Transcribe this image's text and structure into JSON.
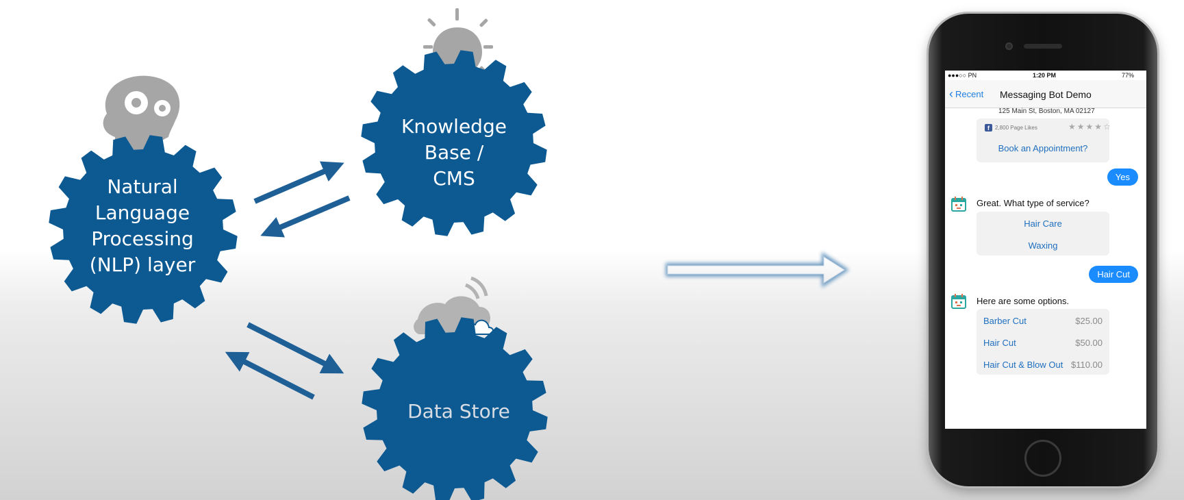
{
  "diagram": {
    "nlp_label": [
      "Natural",
      "Language",
      "Processing",
      "(NLP) layer"
    ],
    "kb_label": [
      "Knowledge",
      "Base /",
      "CMS"
    ],
    "ds_label": [
      "Data Store"
    ],
    "colors": {
      "gear": "#0d5a93",
      "icon_gray": "#a6a6a6",
      "arrow": "#1e5f96"
    }
  },
  "phone": {
    "status": {
      "carrier": "●●●○○ PN",
      "time": "1:20 PM",
      "battery": "77%"
    },
    "nav": {
      "back_label": "Recent",
      "title": "Messaging Bot Demo"
    },
    "address": "125 Main St, Boston, MA 02127",
    "page_likes": "2,800 Page Likes",
    "rating_stars": "★★★★☆",
    "book_button": "Book an Appointment?",
    "user_msg_1": "Yes",
    "bot_msg_1": "Great. What type of service?",
    "service_options": [
      "Hair Care",
      "Waxing"
    ],
    "user_msg_2": "Hair Cut",
    "bot_msg_2": "Here are some options.",
    "price_options": [
      {
        "name": "Barber Cut",
        "price": "$25.00"
      },
      {
        "name": "Hair Cut",
        "price": "$50.00"
      },
      {
        "name": "Hair Cut & Blow Out",
        "price": "$110.00"
      }
    ],
    "colors": {
      "accent": "#1a8cff",
      "link": "#1f6fbf"
    }
  }
}
